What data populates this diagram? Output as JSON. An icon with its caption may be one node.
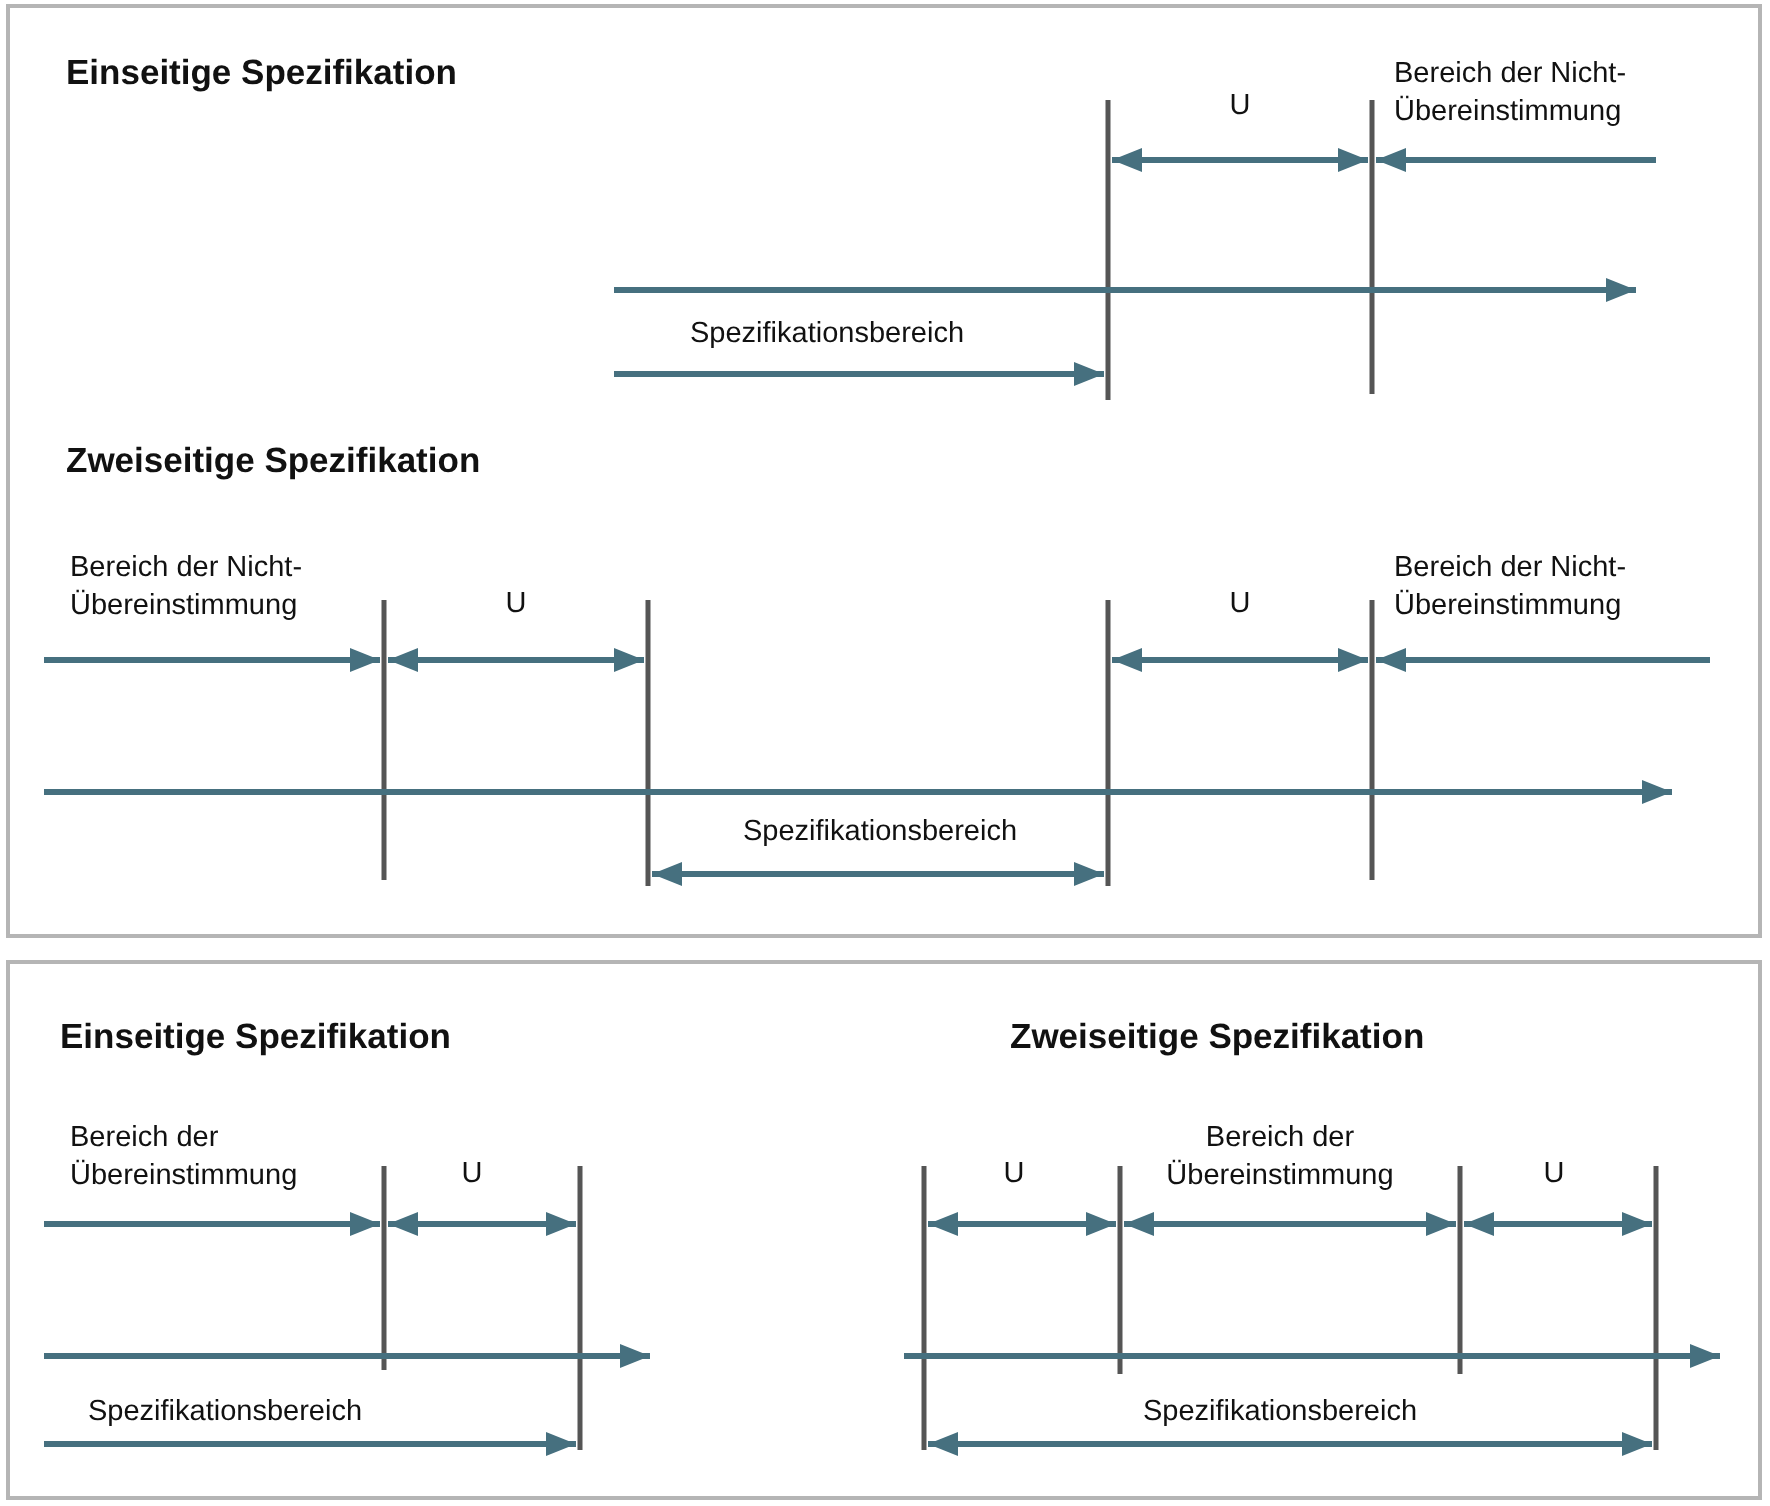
{
  "diagram": {
    "labels": [
      "Einseitige Spezifikation",
      "U",
      "Bereich der Nicht-Übereinstimmung",
      "Spezifikationsbereich",
      "Zweiseitige Spezifikation",
      "Bereich der Nicht-Übereinstimmung",
      "U",
      "U",
      "Bereich der Nicht-Übereinstimmung",
      "Spezifikationsbereich",
      "Einseitige Spezifikation",
      "Zweiseitige Spezifikation",
      "Bereich der Übereinstimmung",
      "U",
      "U",
      "Bereich der Übereinstimmung",
      "U",
      "Spezifikationsbereich",
      "Spezifikationsbereich"
    ]
  }
}
